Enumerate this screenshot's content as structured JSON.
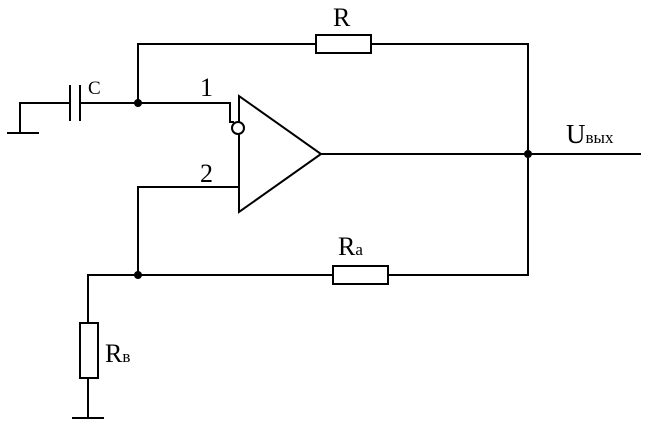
{
  "labels": {
    "resistor_feedback": "R",
    "resistor_a": "R",
    "resistor_a_sub": "a",
    "resistor_b": "R",
    "resistor_b_sub": "в",
    "capacitor": "C",
    "input_inverting": "1",
    "input_noninverting": "2",
    "output": "U",
    "output_sub": "вых"
  },
  "colors": {
    "ink": "#000000",
    "background": "#ffffff"
  }
}
